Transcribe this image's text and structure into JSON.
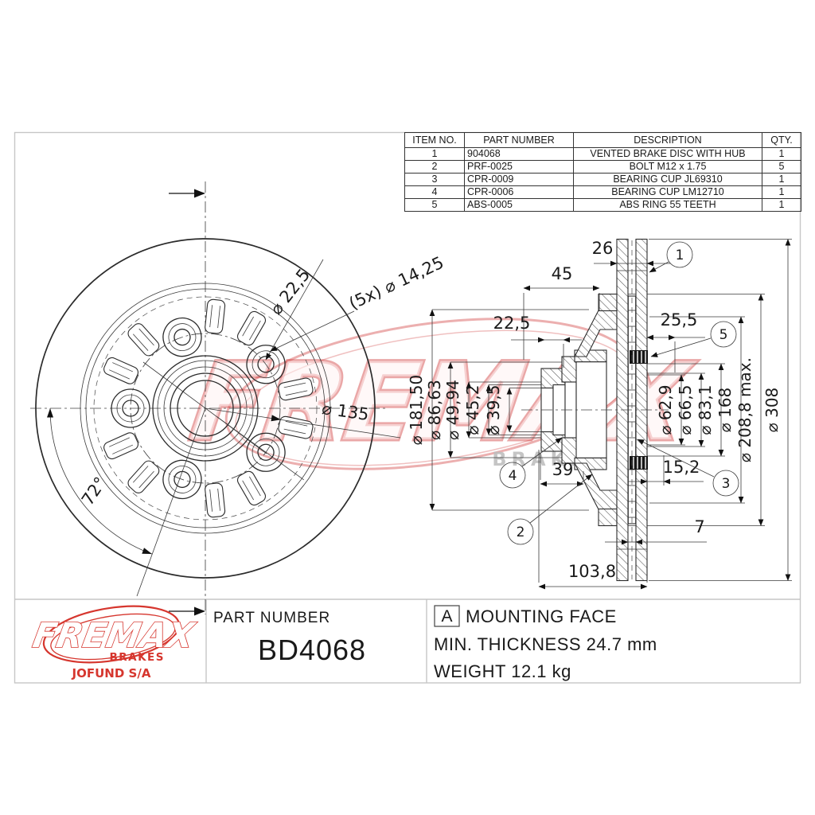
{
  "parts_table": {
    "headers": [
      "ITEM NO.",
      "PART NUMBER",
      "DESCRIPTION",
      "QTY."
    ],
    "rows": [
      [
        "1",
        "904068",
        "VENTED BRAKE DISC WITH HUB",
        "1"
      ],
      [
        "2",
        "PRF-0025",
        "BOLT M12 x 1.75",
        "5"
      ],
      [
        "3",
        "CPR-0009",
        "BEARING CUP JL69310",
        "1"
      ],
      [
        "4",
        "CPR-0006",
        "BEARING CUP LM12710",
        "1"
      ],
      [
        "5",
        "ABS-0005",
        "ABS RING 55 TEETH",
        "1"
      ]
    ]
  },
  "front_view": {
    "dia_22_5": "⌀ 22,5",
    "dia_14_25": "(5x) ⌀ 14,25",
    "dia_135": "⌀ 135",
    "angle_72": "72°"
  },
  "section_view": {
    "dim_26": "26",
    "dim_45": "45",
    "dim_22_5": "22,5",
    "dim_25_5": "25,5",
    "dim_39": "39",
    "dim_15_2": "15,2",
    "dim_7": "7",
    "dim_103_8": "103,8",
    "dia_181_50": "⌀ 181,50",
    "dia_86_63": "⌀ 86,63",
    "dia_49_94": "⌀ 49,94",
    "dia_45_2": "⌀ 45,2",
    "dia_39_5": "⌀ 39,5",
    "dia_62_9": "⌀ 62,9",
    "dia_66_5": "⌀ 66,5",
    "dia_83_1": "⌀ 83,1",
    "dia_168": "⌀ 168",
    "dia_208_8": "⌀ 208,8 max.",
    "dia_308": "⌀ 308",
    "callouts": {
      "c1": "1",
      "c2": "2",
      "c3": "3",
      "c4": "4",
      "c5": "5"
    }
  },
  "title_block": {
    "part_number_label": "PART NUMBER",
    "part_number": "BD4068",
    "datum_label": "A",
    "mounting_face": "MOUNTING FACE",
    "min_thickness": "MIN. THICKNESS 24.7 mm",
    "weight": "WEIGHT 12.1 kg"
  },
  "brand": {
    "name": "FREMAX",
    "sub": "BRAKES",
    "company": "JOFUND S/A"
  },
  "watermark": {
    "text": "FREMAX",
    "sub": "BRAKES"
  },
  "colors": {
    "brand_red": "#d6362e",
    "line": "#2b2b2b",
    "frame_gray": "#c6c6c6"
  }
}
